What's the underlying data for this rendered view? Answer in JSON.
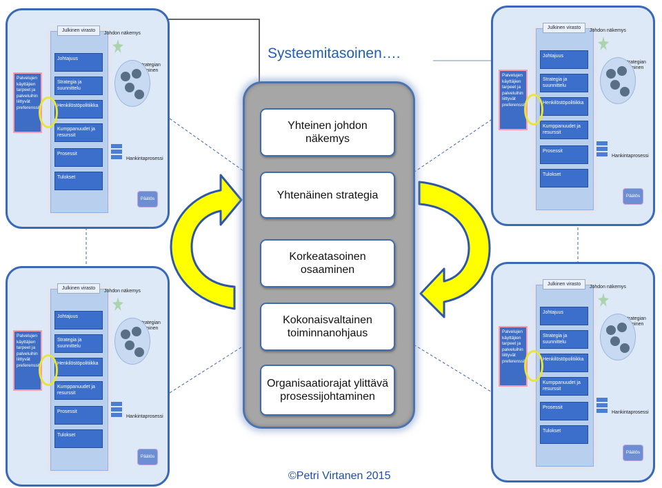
{
  "title": "Systeemitasoinen….",
  "copyright": "©Petri Virtanen 2015",
  "center_items": [
    "Yhteinen johdon näkemys",
    "Yhtenäinen strategia",
    "Korkeatasoinen osaaminen",
    "Kokonaisvaltainen toiminnanohjaus",
    "Organisaatiorajat ylittävä prosessijohtaminen"
  ],
  "panel": {
    "header": "Julkinen virasto",
    "vision": "Johdon näkemys",
    "strategy_label": "Strategian luominen",
    "boxes": [
      "Johtajuus",
      "Strategia ja suunnittelu",
      "Henkilöstöpolitiikka",
      "Kumppanuudet ja resurssit",
      "Prosessit",
      "Tulokset"
    ],
    "left_box": "Palvelujen käyttäjien tarpeet ja palveluihin liittyvät preferenssit",
    "procurement": "Hankintaprosessi",
    "decision": "Päätös"
  },
  "colors": {
    "arrow_fill": "#ffff00",
    "arrow_stroke": "#2f57a8",
    "column_bg": "#a6a6a6",
    "title_color": "#1f5fb4"
  }
}
